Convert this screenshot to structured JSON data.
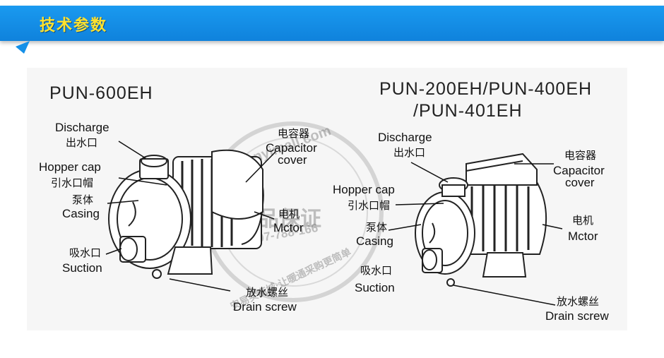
{
  "header": {
    "title": "技术参数"
  },
  "left_pump": {
    "model": "PUN-600EH",
    "labels": {
      "discharge_en": "Discharge",
      "discharge_cn": "出水口",
      "hopper_en": "Hopper cap",
      "hopper_cn": "引水口帽",
      "casing_cn": "泵体",
      "casing_en": "Casing",
      "suction_cn": "吸水口",
      "suction_en": "Suction",
      "capacitor_cn": "电容器",
      "capacitor_en1": "Capacitor",
      "capacitor_en2": "cover",
      "motor_cn": "电机",
      "motor_en": "Mctor",
      "drain_cn": "放水螺丝",
      "drain_en": "Drain screw"
    }
  },
  "right_pump": {
    "model_line1": "PUN-200EH/PUN-400EH",
    "model_line2": "/PUN-401EH",
    "labels": {
      "discharge_en": "Discharge",
      "discharge_cn": "出水口",
      "hopper_en": "Hopper cap",
      "hopper_cn": "引水口帽",
      "casing_cn": "泵体",
      "casing_en": "Casing",
      "suction_cn": "吸水口",
      "suction_en": "Suction",
      "capacitor_cn": "电容器",
      "capacitor_en1": "Capacitor",
      "capacitor_en2": "cover",
      "motor_cn": "电机",
      "motor_en": "Mctor",
      "drain_cn": "放水螺丝",
      "drain_en": "Drain screw"
    }
  },
  "watermark": {
    "text1": "正品保证",
    "text2": "4007-788-166",
    "text3": "安易买商城·让暖通采购更简单",
    "text4": "anyimall.com"
  },
  "colors": {
    "header_bg": "#1490e8",
    "header_text": "#ffe22e",
    "arrow": "#1490e8"
  }
}
